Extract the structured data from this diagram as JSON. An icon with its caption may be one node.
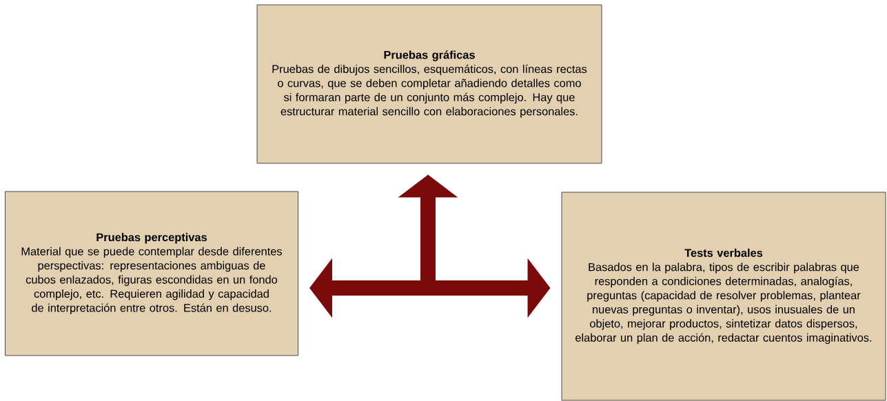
{
  "diagram": {
    "nodes": [
      {
        "text": [
          "Pruebas gráficas",
          "Pruebas de dibujos sencillos, esquemáticos, con líneas rectas o curvas, que se deben completar añadiendo detalles como si formaran parte de un conjunto más complejo. Hay que estructurar material sencillo con elaboraciones personales."
        ]
      },
      {
        "text": [
          "Pruebas perceptivas",
          "Material que se puede contemplar desde diferentes perspectivas: representaciones ambiguas de cubos enlazados, figuras escondidas en un fondo complejo, etc. Requieren agilidad y capacidad de interpretación entre otros. Están en desuso."
        ]
      },
      {
        "text": [
          "Tests verbales",
          "Basados en la palabra, tipos de escribir palabras que responden a condiciones determinadas, analogías, preguntas (capacidad de resolver problemas, plantear nuevas preguntas o inventar), usos inusuales de un objeto, mejorar productos, sintetizar datos dispersos, elaborar un plan de acción, redactar cuentos imaginativos."
        ]
      }
    ],
    "edges": [
      {
        "from": null,
        "to": 0,
        "arrow": "to"
      },
      {
        "from": null,
        "to": 1,
        "arrow": "to"
      },
      {
        "from": null,
        "to": 2,
        "arrow": "to"
      }
    ]
  }
}
